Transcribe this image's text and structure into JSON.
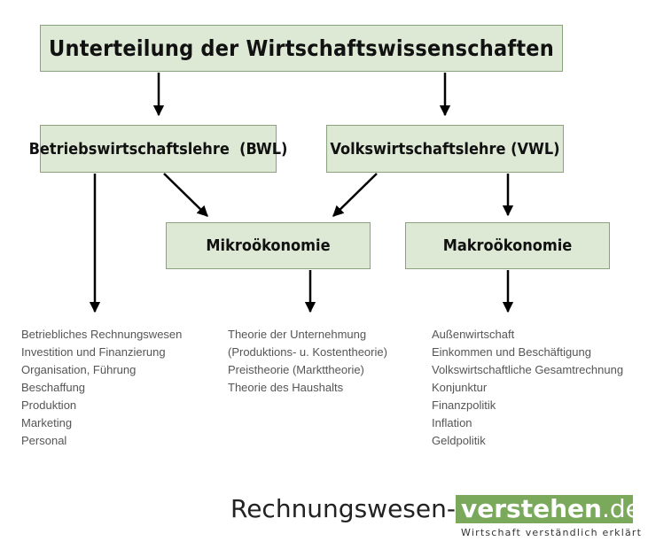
{
  "boxes": {
    "title": "Unterteilung der Wirtschaftswissenschaften",
    "bwl": "Betriebswirtschaftslehre  (BWL)",
    "vwl": "Volkswirtschaftslehre (VWL)",
    "mikro": "Mikroökonomie",
    "makro": "Makroökonomie"
  },
  "lists": {
    "bwl": [
      "Betriebliches Rechnungswesen",
      "Investition und Finanzierung",
      "Organisation, Führung",
      "Beschaffung",
      "Produktion",
      "Marketing",
      "Personal"
    ],
    "mikro": [
      "Theorie der Unternehmung",
      "(Produktions- u. Kostentheorie)",
      "Preistheorie (Markttheorie)",
      "Theorie des Haushalts"
    ],
    "makro": [
      "Außenwirtschaft",
      "Einkommen und Beschäftigung",
      "Volkswirtschaftliche Gesamtrechnung",
      "Konjunktur",
      "Finanzpolitik",
      "Inflation",
      "Geldpolitik"
    ]
  },
  "logo": {
    "left": "Rechnungswesen-",
    "strong": "verstehen",
    "domain": ".de",
    "tagline": "Wirtschaft verständlich erklärt"
  },
  "colors": {
    "box_fill": "#dde9d5",
    "box_border": "#8aa37c",
    "logo_green": "#7aa95c"
  }
}
